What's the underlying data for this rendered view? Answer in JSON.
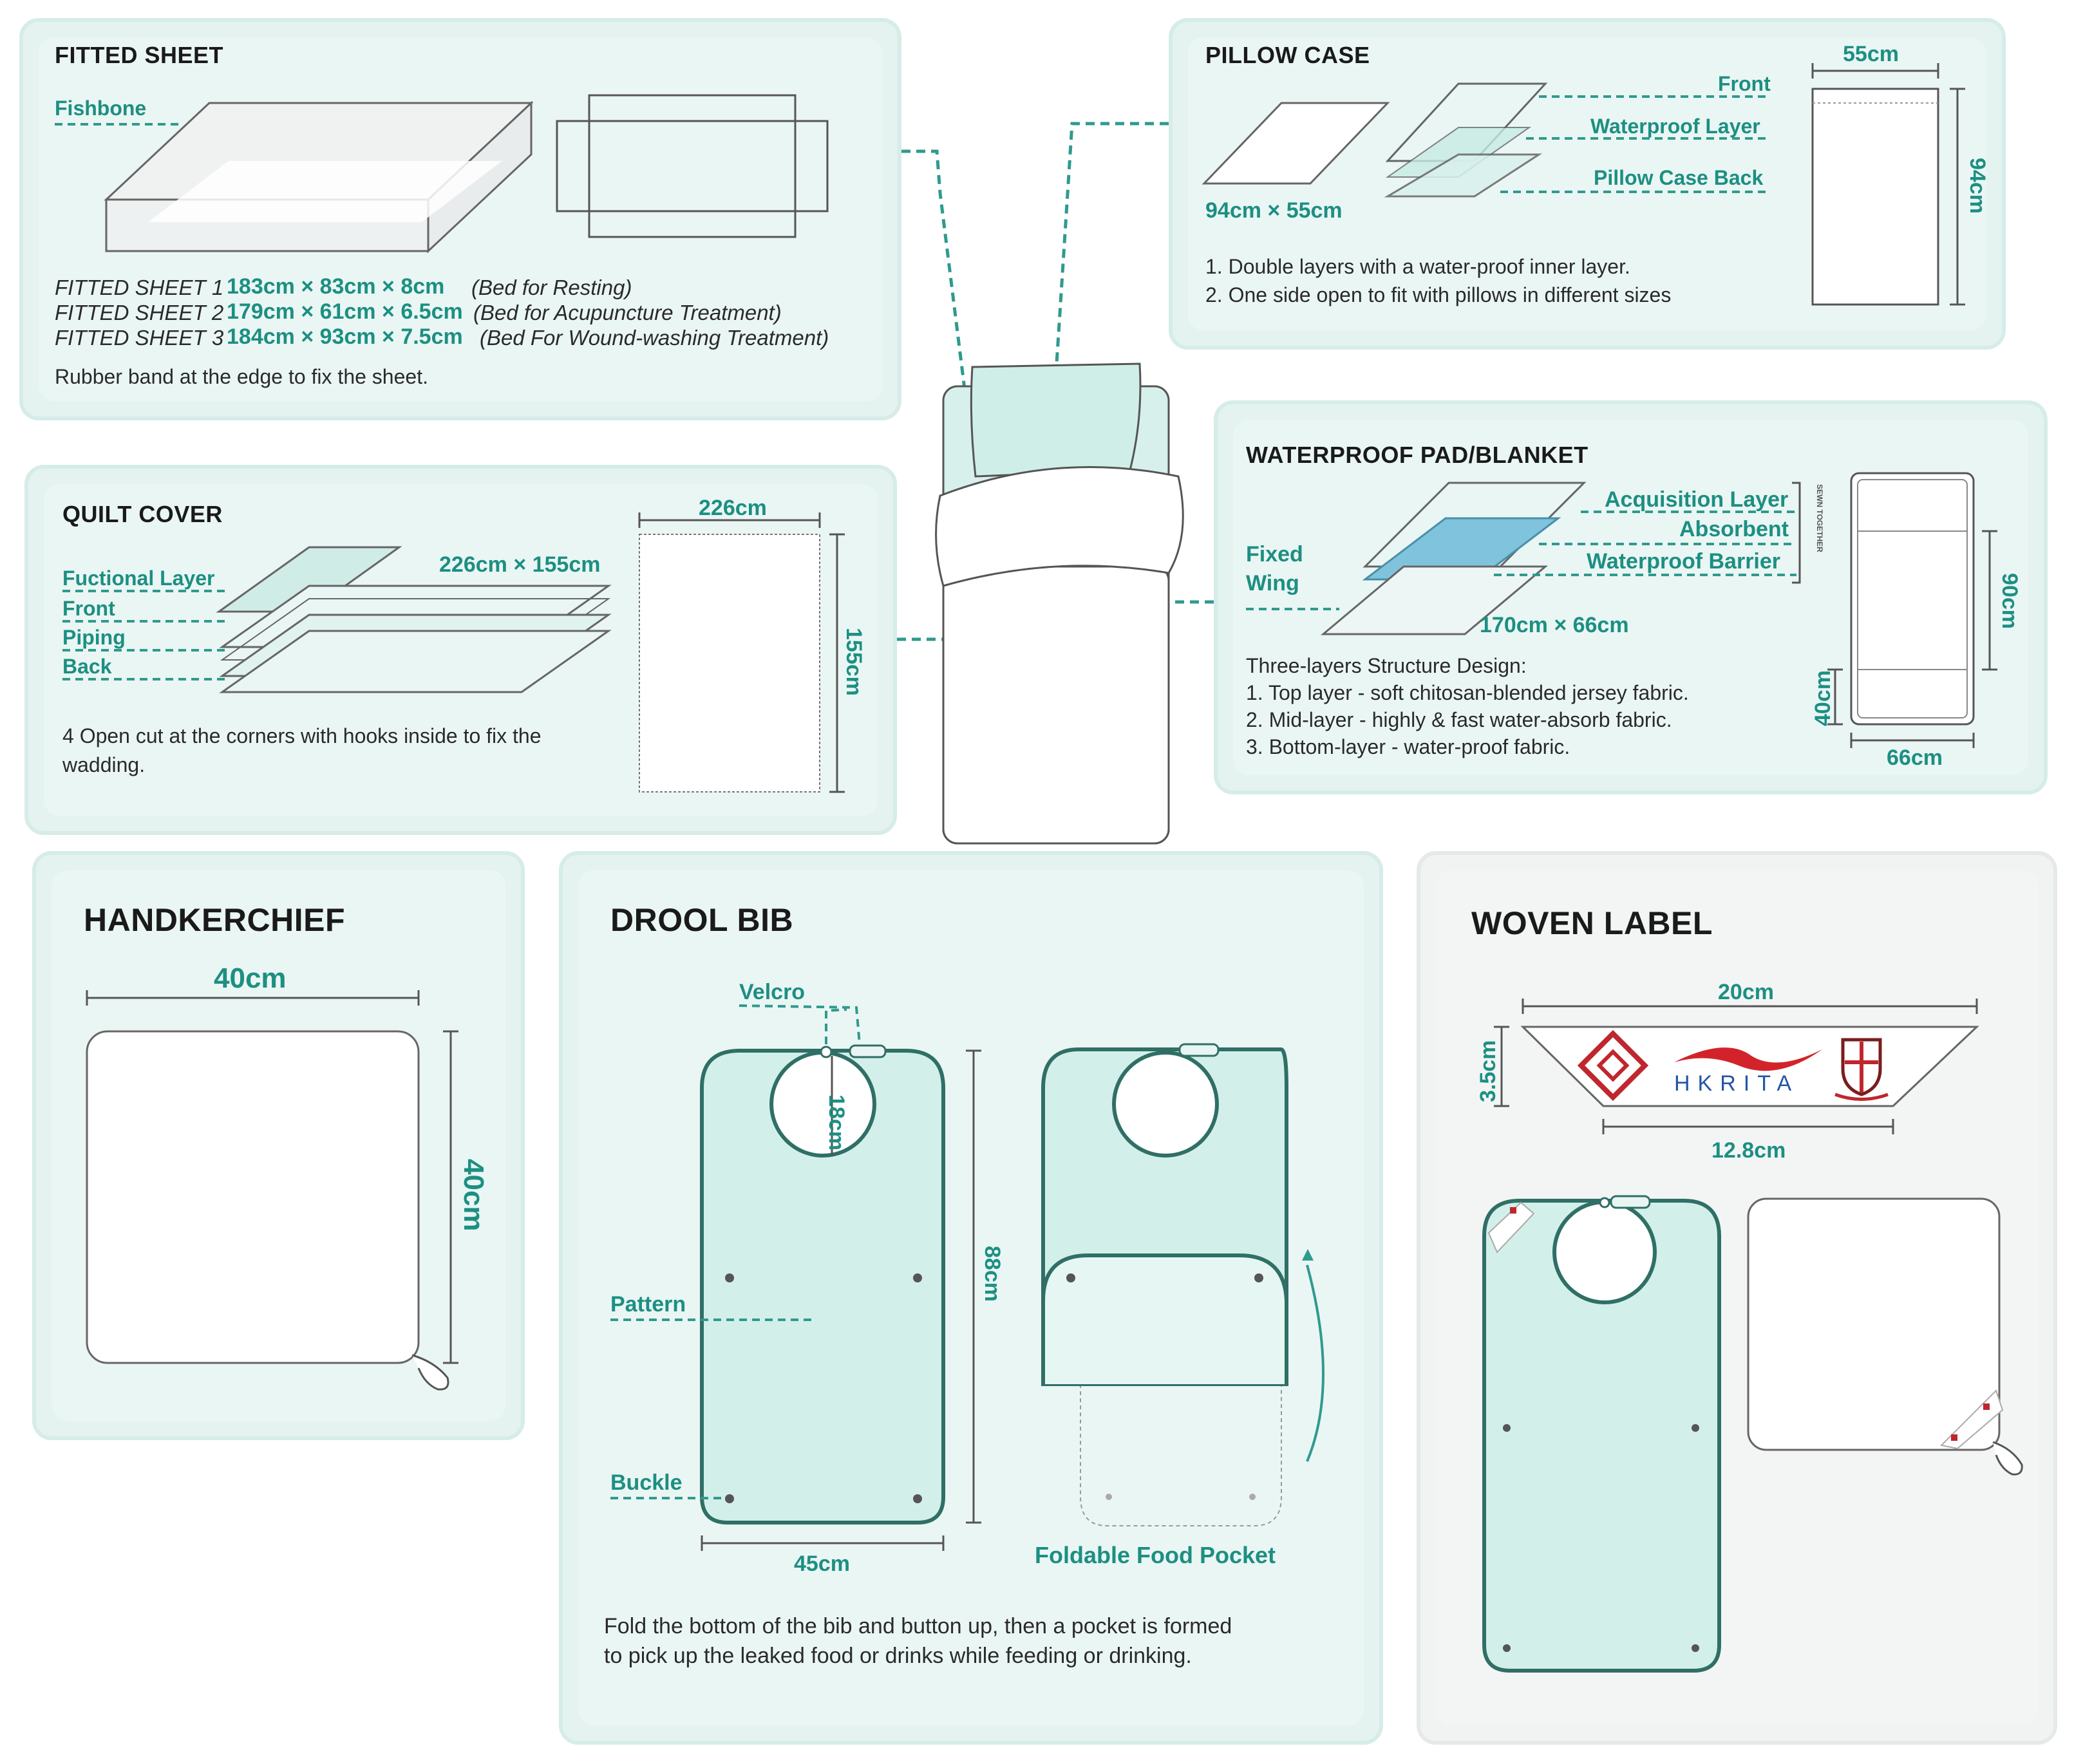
{
  "fitted_sheet": {
    "title": "FITTED SHEET",
    "fishbone": "Fishbone",
    "rows": [
      {
        "name": "FITTED SHEET 1",
        "size": "183cm × 83cm × 8cm",
        "use": "(Bed for Resting)"
      },
      {
        "name": "FITTED SHEET 2",
        "size": "179cm × 61cm × 6.5cm",
        "use": "(Bed for Acupuncture Treatment)"
      },
      {
        "name": "FITTED SHEET 3",
        "size": "184cm × 93cm × 7.5cm",
        "use": "(Bed For Wound-washing Treatment)"
      }
    ],
    "note": "Rubber band at the edge to fix the sheet."
  },
  "pillow_case": {
    "title": "PILLOW CASE",
    "front": "Front",
    "waterproof": "Waterproof Layer",
    "back": "Pillow Case Back",
    "size": "94cm × 55cm",
    "width": "55cm",
    "height": "94cm",
    "note1": "1. Double layers with a water-proof inner layer.",
    "note2": "2. One side open to fit with pillows in different sizes"
  },
  "quilt_cover": {
    "title": "QUILT COVER",
    "functional": "Fuctional Layer",
    "front": "Front",
    "piping": "Piping",
    "back": "Back",
    "size": "226cm × 155cm",
    "width": "226cm",
    "height": "155cm",
    "note1": "4 Open cut at the corners with hooks inside to fix the",
    "note2": "wadding."
  },
  "waterproof_pad": {
    "title": "WATERPROOF PAD/BLANKET",
    "fixed1": "Fixed",
    "fixed2": "Wing",
    "acquisition": "Acquisition Layer",
    "absorbent": "Absorbent",
    "barrier": "Waterproof Barrier",
    "sewn": "SEWN TOGETHER",
    "size": "170cm × 66cm",
    "h90": "90cm",
    "h40": "40cm",
    "w66": "66cm",
    "note0": "Three-layers Structure Design:",
    "note1": "1. Top layer - soft chitosan-blended jersey fabric.",
    "note2": "2. Mid-layer - highly & fast water-absorb fabric.",
    "note3": "3. Bottom-layer -  water-proof fabric."
  },
  "handkerchief": {
    "title": "HANDKERCHIEF",
    "width": "40cm",
    "height": "40cm"
  },
  "drool_bib": {
    "title": "DROOL BIB",
    "velcro": "Velcro",
    "neck": "18cm",
    "pattern": "Pattern",
    "buckle": "Buckle",
    "height": "88cm",
    "width": "45cm",
    "pocket": "Foldable Food Pocket",
    "note1": "Fold the bottom of the bib and button up, then a pocket is formed",
    "note2": "to pick up the leaked food or drinks while feeding or drinking."
  },
  "woven_label": {
    "title": "WOVEN LABEL",
    "top": "20cm",
    "bottom": "12.8cm",
    "height": "3.5cm",
    "brand": "HKRITA"
  },
  "colors": {
    "teal": "#1c8f82",
    "mint": "#d4efea",
    "card": "#e4f3f0",
    "dash": "#2f9a8d"
  }
}
